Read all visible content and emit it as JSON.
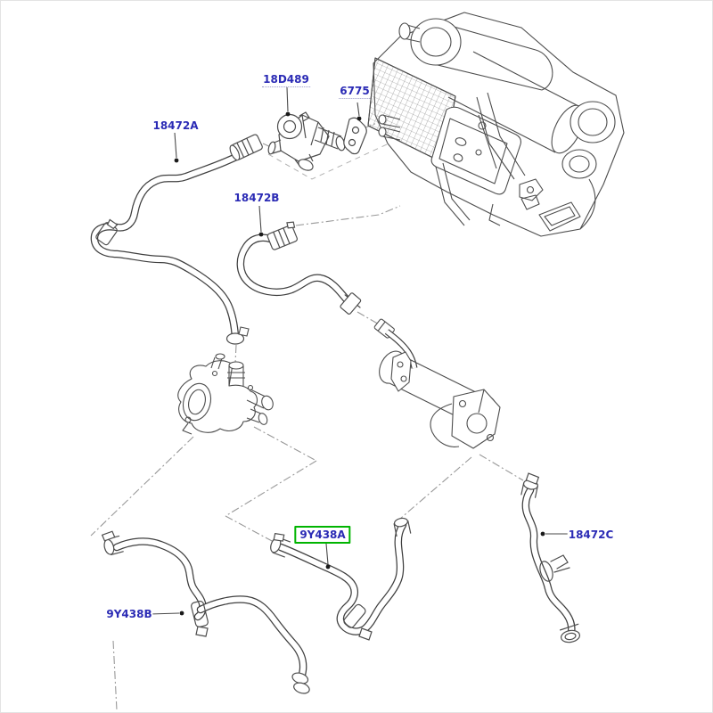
{
  "diagram": {
    "kind": "exploded-parts-diagram",
    "labels": [
      {
        "part": "18D489",
        "underlined": true,
        "highlighted": false
      },
      {
        "part": "6775",
        "underlined": true,
        "highlighted": false
      },
      {
        "part": "18472A",
        "underlined": false,
        "highlighted": false
      },
      {
        "part": "18472B",
        "underlined": false,
        "highlighted": false
      },
      {
        "part": "9Y438A",
        "underlined": false,
        "highlighted": true
      },
      {
        "part": "9Y438B",
        "underlined": false,
        "highlighted": false
      },
      {
        "part": "18472C",
        "underlined": false,
        "highlighted": false
      }
    ],
    "colors": {
      "label_text": "#2b2bb5",
      "highlight_box": "#00b400",
      "line_art": "#4d4d4d",
      "construction_line": "#999999"
    },
    "components": [
      "heater-unit-assembly",
      "heater-control-valve",
      "gasket",
      "hose-18472A",
      "hose-18472B",
      "hose-18472C",
      "hose-9Y438A",
      "hose-9Y438B",
      "egr-cooler",
      "thermostat-housing"
    ]
  }
}
